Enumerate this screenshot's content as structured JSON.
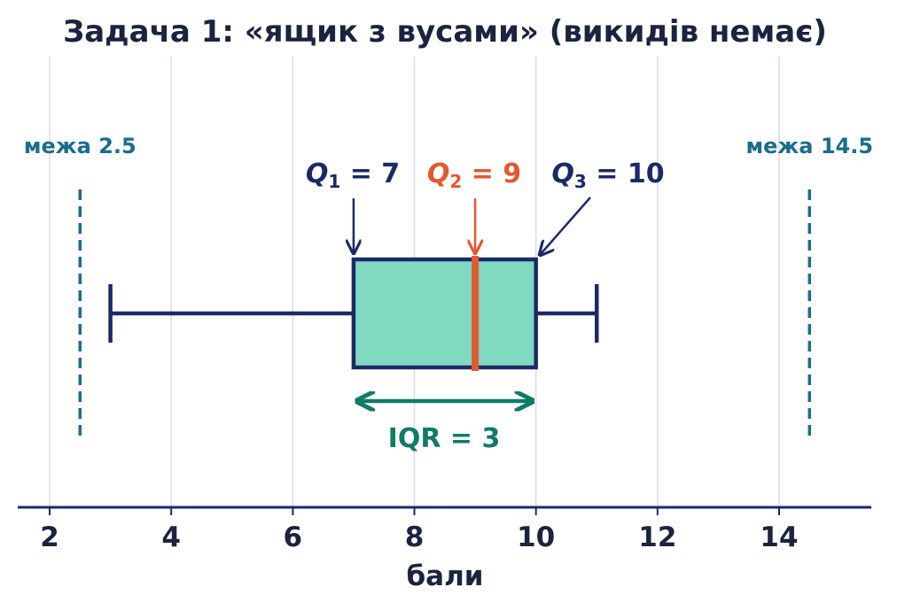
{
  "chart_data": {
    "type": "boxplot",
    "title": "Задача 1: «ящик з вусами» (викидів немає)",
    "xlabel": "бали",
    "ylabel": "",
    "xlim": [
      1.5,
      15.5
    ],
    "xticks": [
      2,
      4,
      6,
      8,
      10,
      12,
      14
    ],
    "grid": "vertical",
    "box": {
      "whisker_low": 3,
      "q1": 7,
      "median": 9,
      "q3": 10,
      "whisker_high": 11
    },
    "fences": [
      {
        "label": "межа 2.5",
        "value": 2.5
      },
      {
        "label": "межа 14.5",
        "value": 14.5
      }
    ],
    "annotations": {
      "q1": {
        "var": "Q",
        "sub": "1",
        "text": "= 7",
        "value": 7
      },
      "q2": {
        "var": "Q",
        "sub": "2",
        "text": "= 9",
        "value": 9
      },
      "q3": {
        "var": "Q",
        "sub": "3",
        "text": "= 10",
        "value": 10
      },
      "iqr": {
        "text": "IQR  = 3",
        "from": 7,
        "to": 10
      }
    },
    "colors": {
      "box_fill": "#80d9c1",
      "box_edge": "#1b2a66",
      "median": "#e2592f",
      "fence": "#1a6e8c",
      "iqr": "#117a68",
      "text": "#1b2340",
      "grid": "#d8dbe6"
    }
  }
}
